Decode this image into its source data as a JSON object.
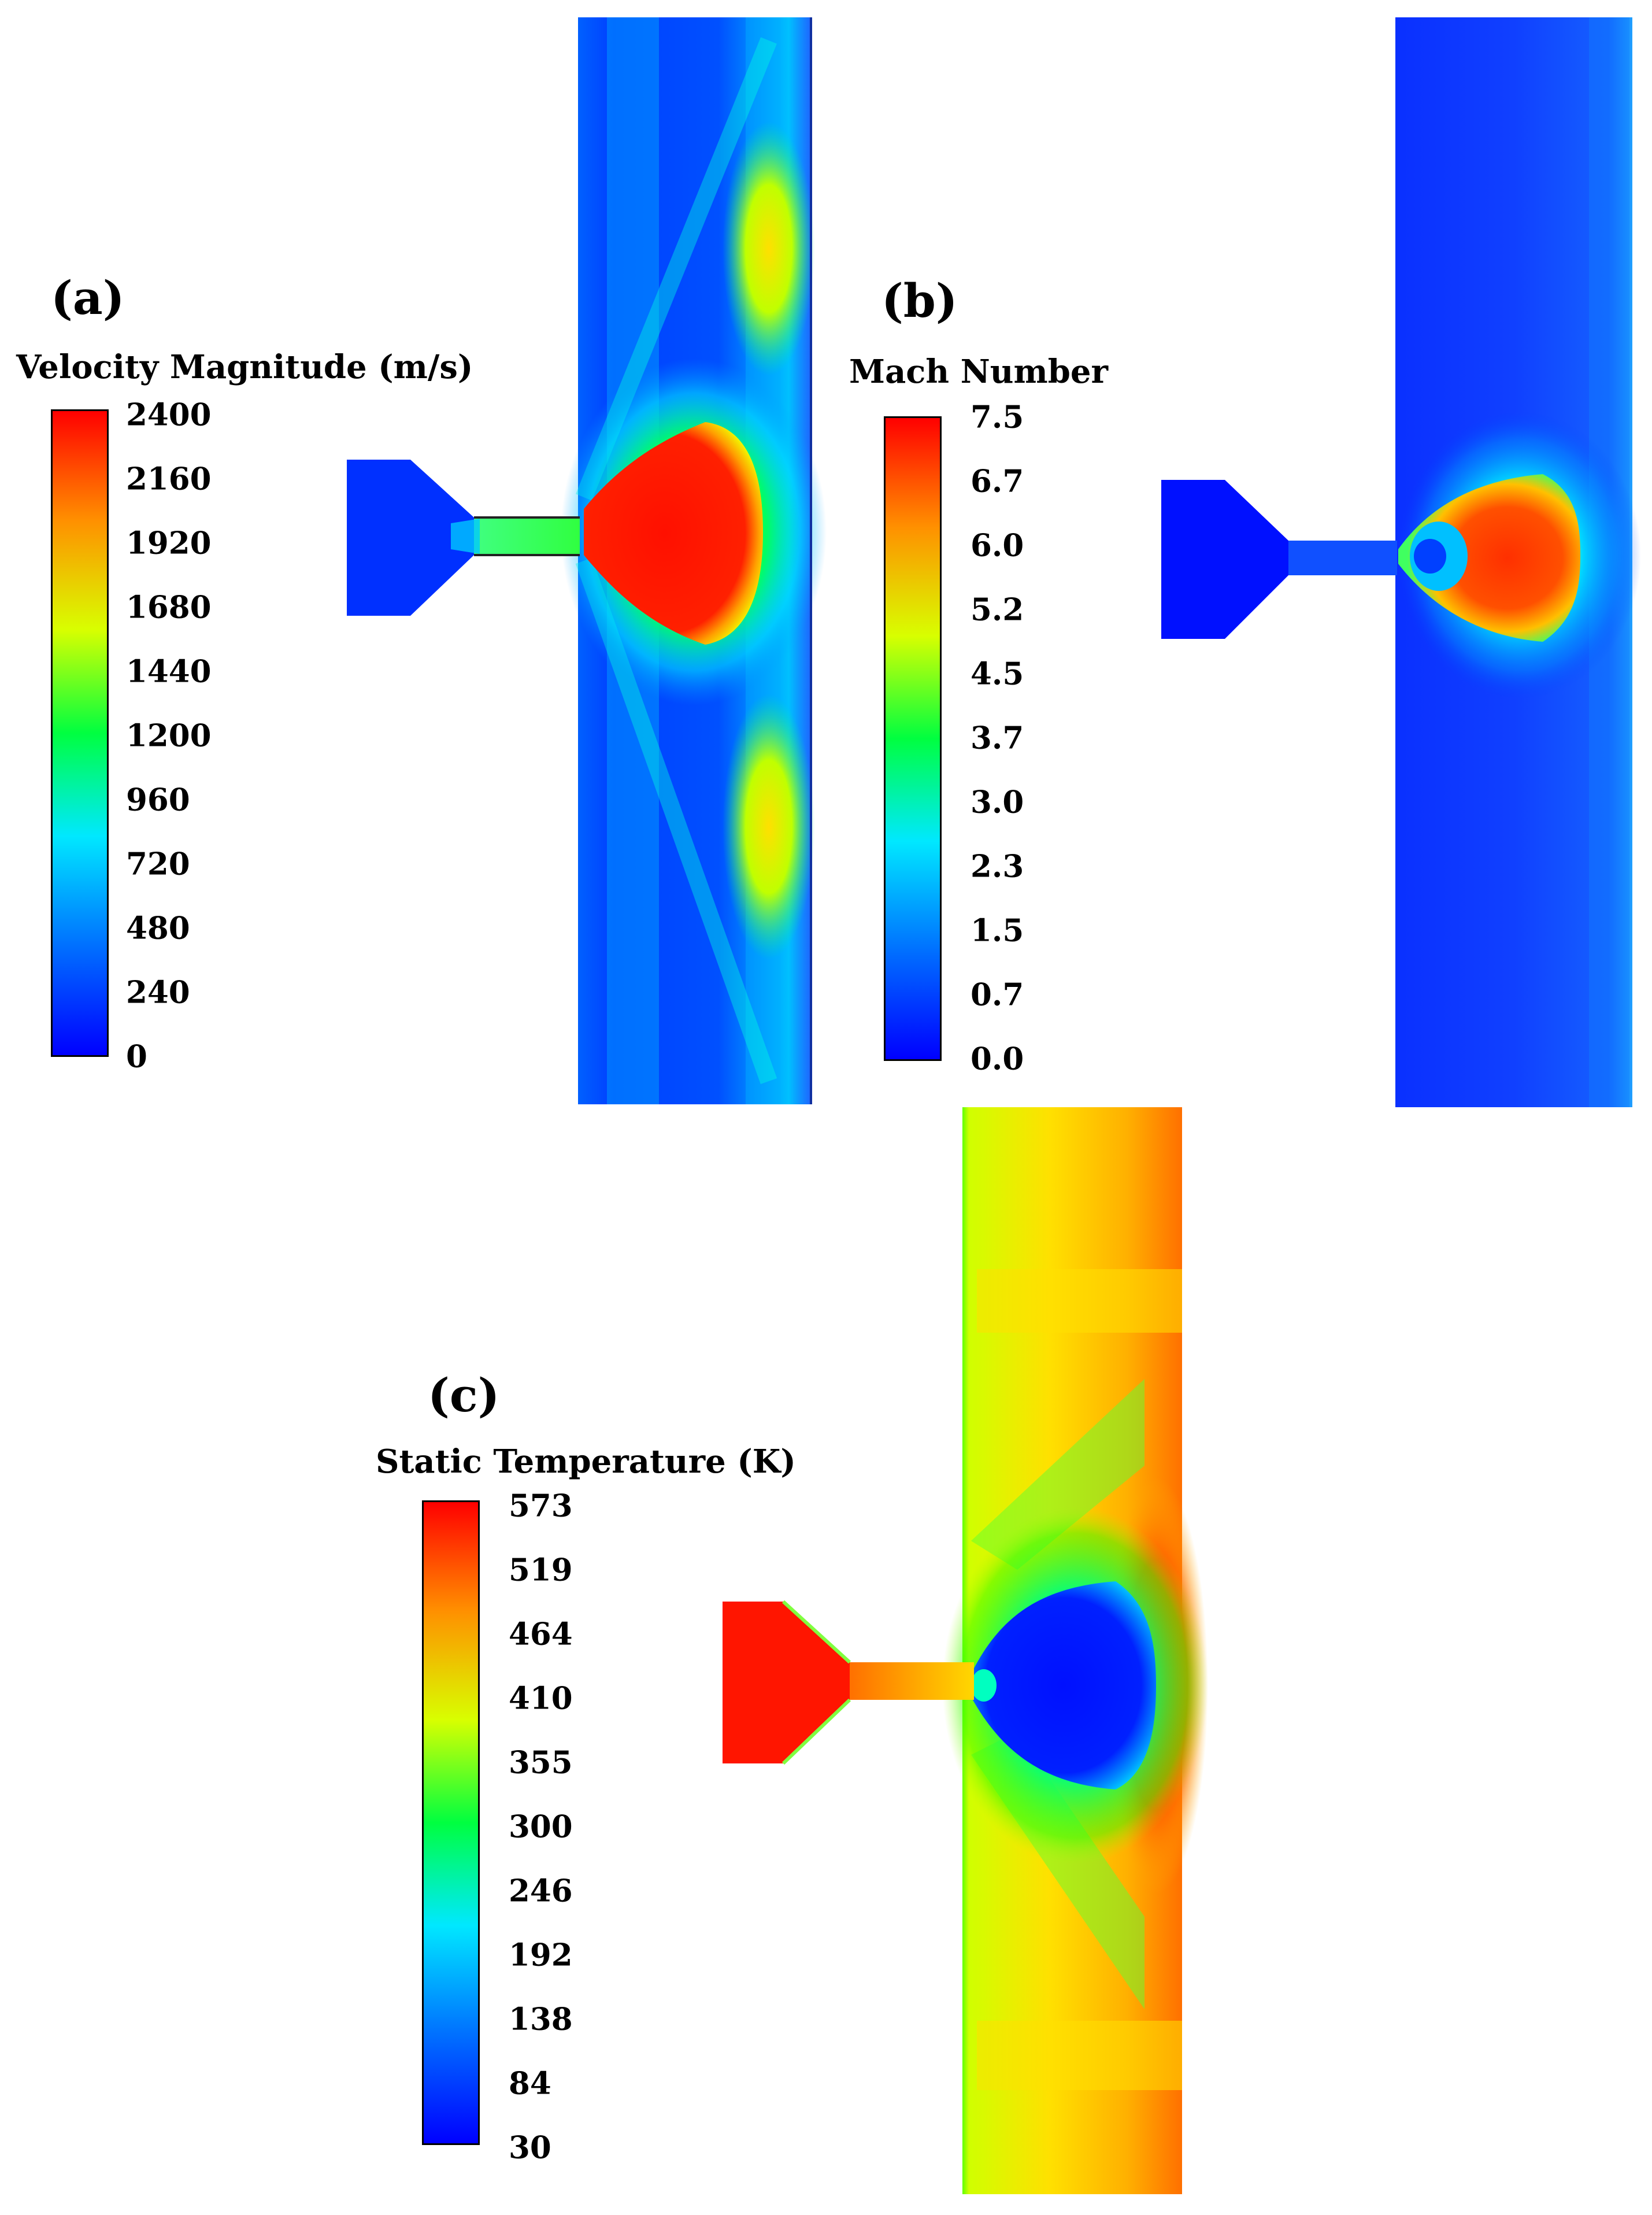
{
  "panels": {
    "a": {
      "tag": "(a)",
      "colorbar_title": "Velocity Magnitude (m/s)",
      "ticks": [
        "2400",
        "2160",
        "1920",
        "1680",
        "1440",
        "1200",
        "960",
        "720",
        "480",
        "240",
        "0"
      ]
    },
    "b": {
      "tag": "(b)",
      "colorbar_title": "Mach Number",
      "ticks": [
        "7.5",
        "6.7",
        "6.0",
        "5.2",
        "4.5",
        "3.7",
        "3.0",
        "2.3",
        "1.5",
        "0.7",
        "0.0"
      ]
    },
    "c": {
      "tag": "(c)",
      "colorbar_title": "Static Temperature (K)",
      "ticks": [
        "573",
        "519",
        "464",
        "410",
        "355",
        "300",
        "246",
        "192",
        "138",
        "84",
        "30"
      ]
    }
  },
  "colormap": [
    "#0000ff",
    "#0080ff",
    "#00ffff",
    "#00ff00",
    "#ffff00",
    "#ff8000",
    "#ff0000"
  ]
}
